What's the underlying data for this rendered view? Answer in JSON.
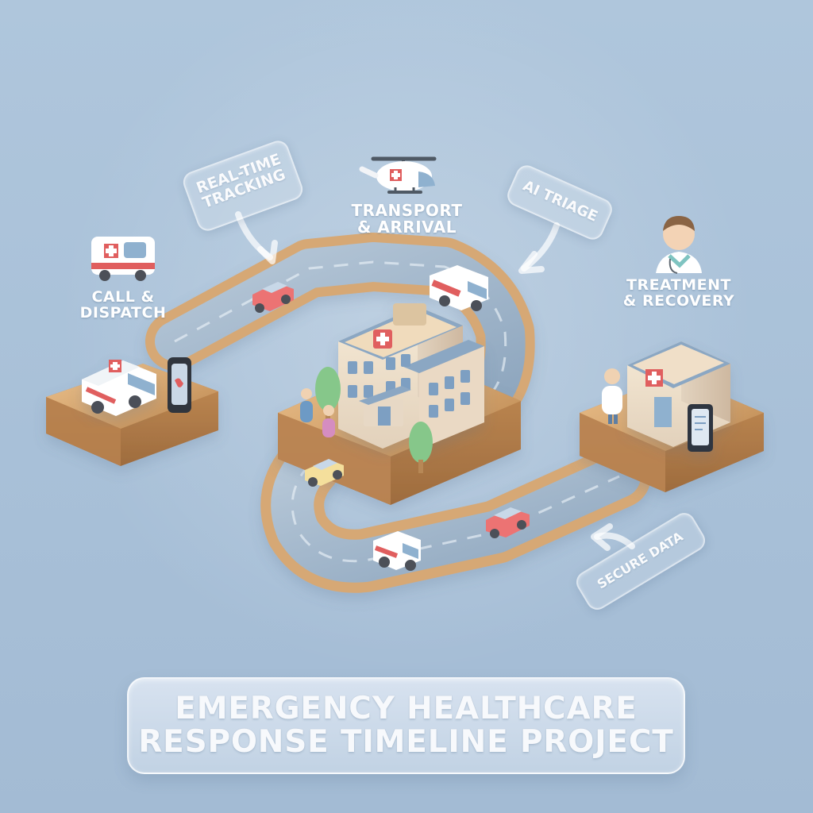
{
  "scene": {
    "title": {
      "line1": "EMERGENCY HEALTHCARE",
      "line2": "RESPONSE TIMELINE PROJECT"
    },
    "stages": {
      "call_dispatch": [
        "CALL &",
        "DISPATCH"
      ],
      "transport_arrival": [
        "TRANSPORT",
        "& ARRIVAL"
      ],
      "treatment_recovery": [
        "TREATMENT",
        "& RECOVERY"
      ]
    },
    "tags": {
      "real_time_tracking": [
        "REAL-TIME",
        "TRACKING"
      ],
      "ai_triage": [
        "AI TRIAGE"
      ],
      "secure_data": [
        "SECURE DATA"
      ]
    },
    "colors": {
      "background": "#a9c1d8",
      "wood": "#d8aa77",
      "road": "#9eb4ca",
      "accent_red": "#e05e5e"
    },
    "icons": {
      "ambulance": "ambulance-icon",
      "helicopter": "helicopter-icon",
      "doctor": "doctor-icon",
      "hospital": "hospital-icon",
      "clinic": "clinic-icon",
      "phone": "phone-icon",
      "car": "car-icon"
    }
  }
}
